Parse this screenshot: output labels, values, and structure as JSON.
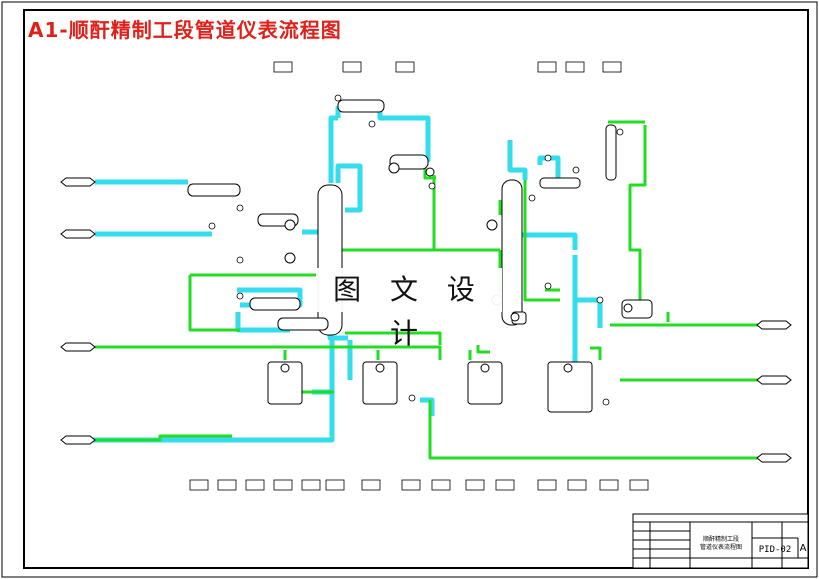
{
  "title": "A1-顺酐精制工段管道仪表流程图",
  "watermark": "图 文 设 计",
  "colors": {
    "pipe_main": "#22dd22",
    "pipe_steam": "#33ddee",
    "equipment": "#000000",
    "title": "#e0201a"
  },
  "title_block": {
    "drawing_name_line1": "顺酐精制工段",
    "drawing_name_line2": "管道仪表流程图",
    "drawing_no": "PID-02",
    "revision": "A"
  }
}
